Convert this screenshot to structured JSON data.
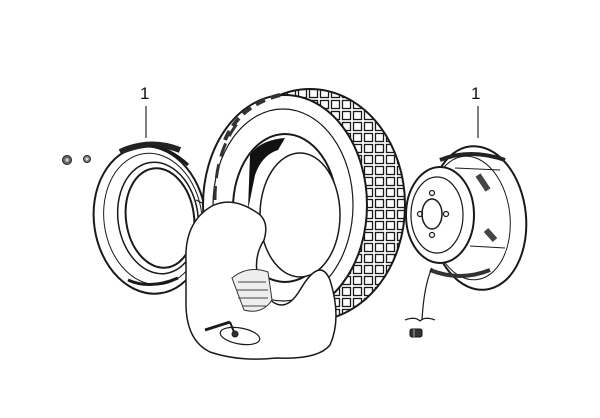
{
  "diagram": {
    "type": "exploded-parts-view",
    "subject": "wheel assembly",
    "callouts": [
      {
        "label": "1",
        "target": "left-rim-half"
      },
      {
        "label": "1",
        "target": "right-rim-half"
      }
    ],
    "parts": [
      {
        "name": "left-rim-half"
      },
      {
        "name": "tire"
      },
      {
        "name": "inner-tube"
      },
      {
        "name": "valve-stem"
      },
      {
        "name": "right-rim-half-with-hub"
      },
      {
        "name": "nuts"
      },
      {
        "name": "bolt"
      }
    ],
    "colors": {
      "ink": "#1a1a1a",
      "background": "#ffffff"
    }
  }
}
